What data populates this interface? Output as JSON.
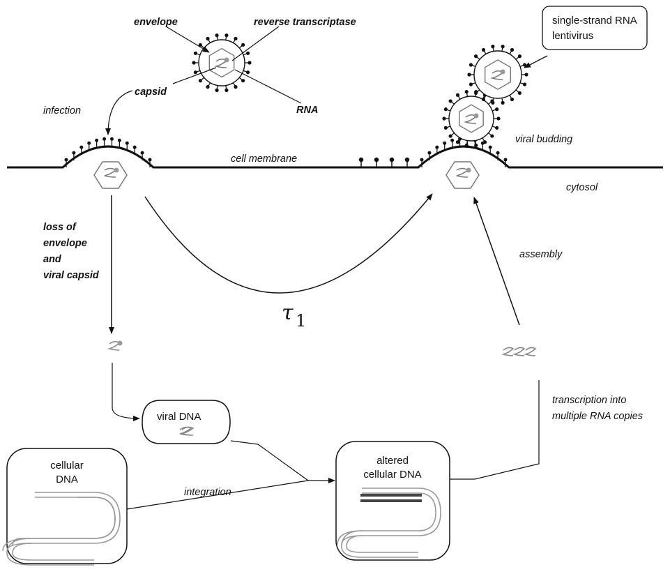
{
  "labels": {
    "envelope": "envelope",
    "reverse_transcriptase": "reverse transcriptase",
    "capsid": "capsid",
    "rna": "RNA",
    "infection": "infection",
    "cell_membrane": "cell membrane",
    "viral_budding": "viral budding",
    "cytosol": "cytosol",
    "loss_of_envelope": [
      "loss of",
      "envelope",
      "and",
      "viral capsid"
    ],
    "assembly": "assembly",
    "tau_symbol": "τ",
    "tau_subscript": "1",
    "transcription": [
      "transcription into",
      "multiple RNA copies"
    ],
    "integration": "integration"
  },
  "boxes": {
    "lentivirus": [
      "single-strand RNA",
      "lentivirus"
    ],
    "viral_dna": "viral DNA",
    "cellular_dna": [
      "cellular",
      "DNA"
    ],
    "altered_dna": [
      "altered",
      "cellular DNA"
    ]
  }
}
